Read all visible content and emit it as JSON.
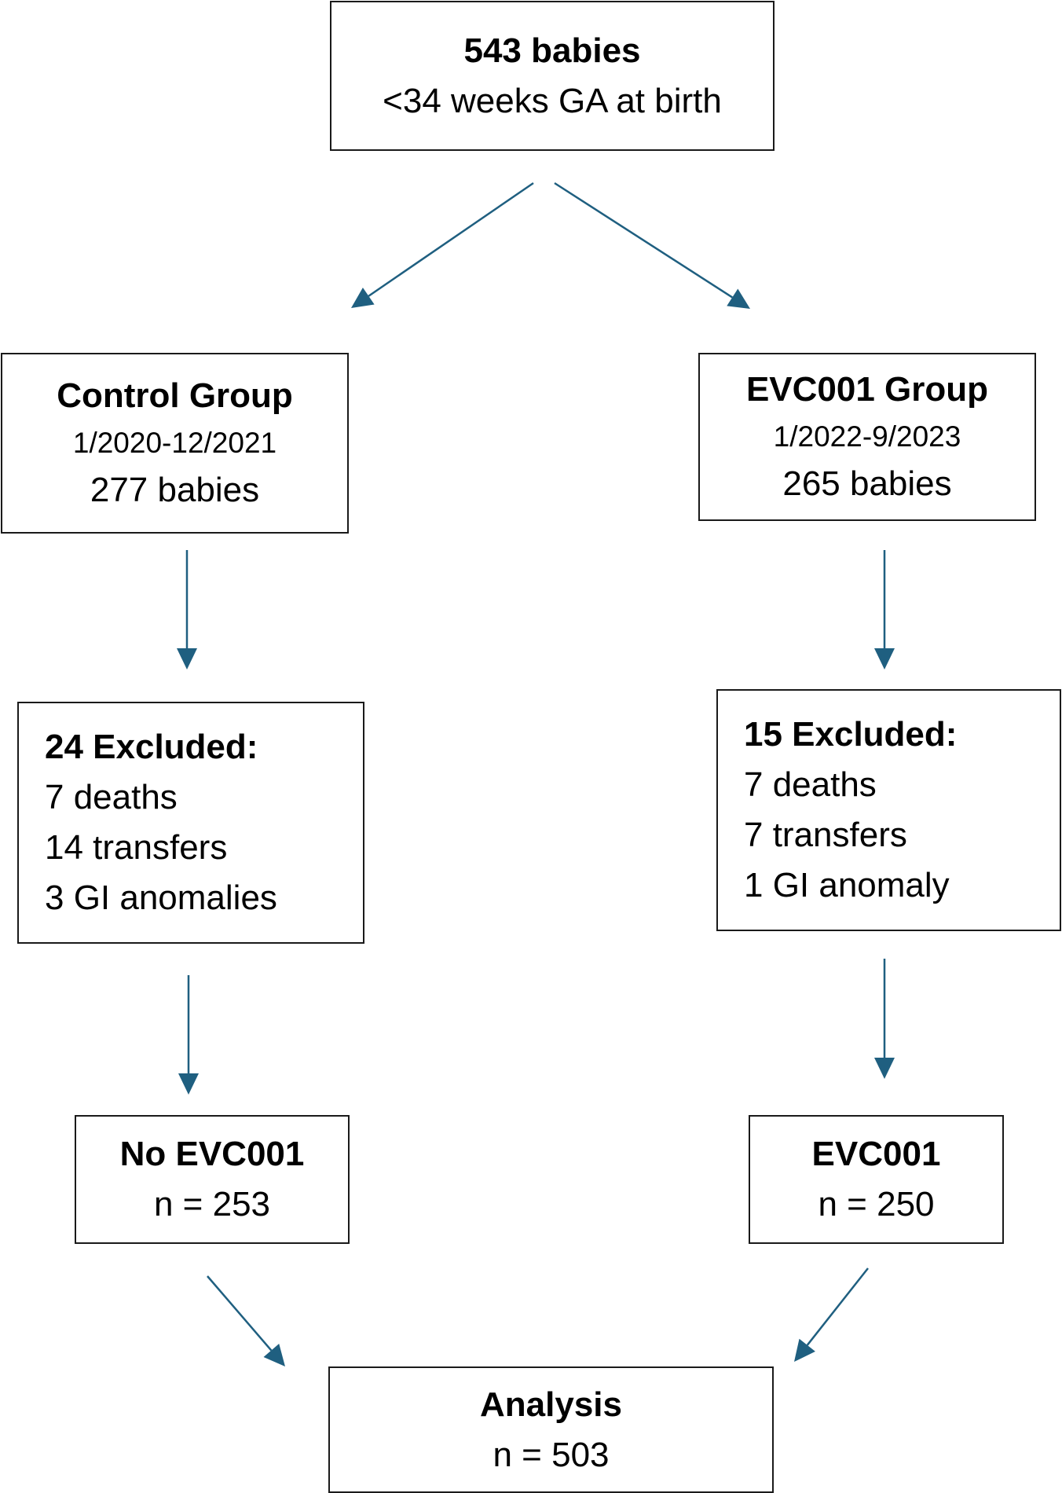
{
  "colors": {
    "arrow": "#1f5f80",
    "border": "#1a1a1a"
  },
  "top": {
    "title": "543 babies",
    "subtitle": "<34 weeks GA at birth"
  },
  "control": {
    "title": "Control Group",
    "dates": "1/2020-12/2021",
    "count": "277 babies"
  },
  "evc": {
    "title": "EVC001 Group",
    "dates": "1/2022-9/2023",
    "count": "265 babies"
  },
  "control_excluded": {
    "title": "24 Excluded:",
    "items": [
      "7 deaths",
      "14 transfers",
      "3 GI anomalies"
    ]
  },
  "evc_excluded": {
    "title": "15 Excluded:",
    "items": [
      "7 deaths",
      "7 transfers",
      "1 GI anomaly"
    ]
  },
  "no_evc": {
    "title": "No EVC001",
    "n": "n = 253"
  },
  "evc_final": {
    "title": "EVC001",
    "n": "n = 250"
  },
  "analysis": {
    "title": "Analysis",
    "n": "n = 503"
  }
}
